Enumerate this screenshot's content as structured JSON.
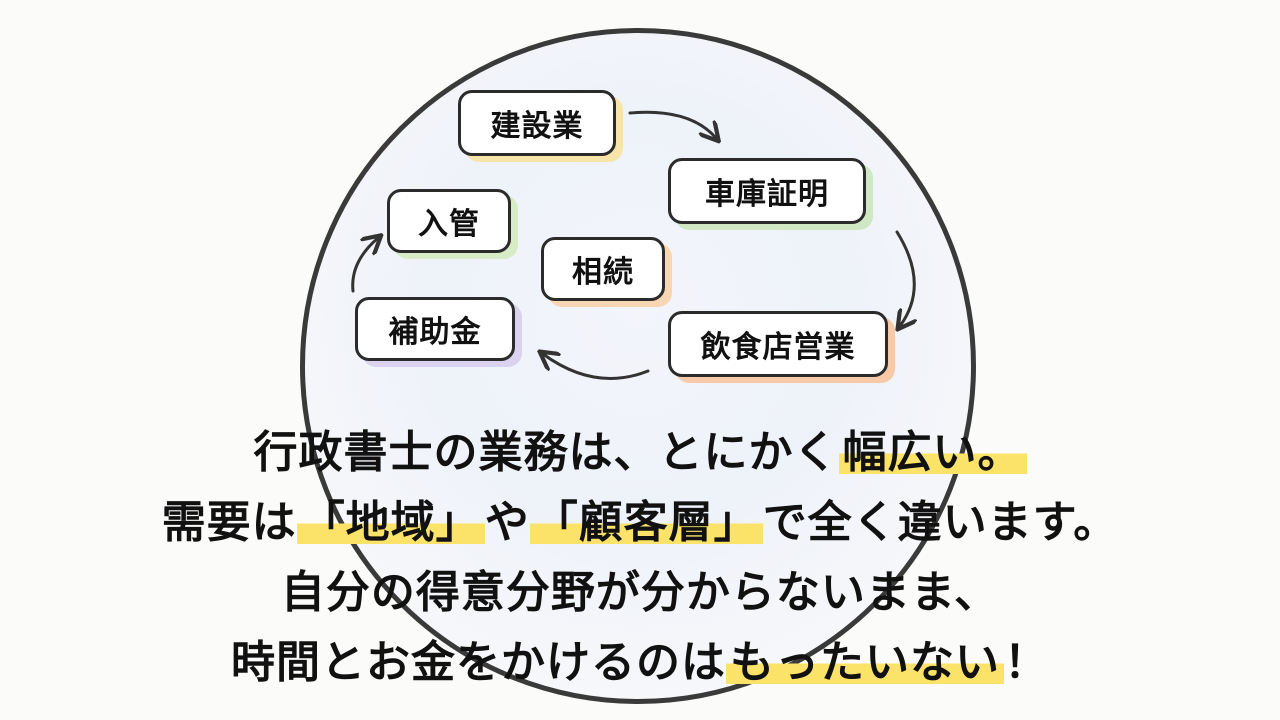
{
  "pills": {
    "kensetsu": "建設業",
    "shako": "車庫証明",
    "nyukan": "入管",
    "sozoku": "相続",
    "hojokin": "補助金",
    "inshoku": "飲食店営業"
  },
  "caption": {
    "line1_a": "行政書士の業務は、とにかく",
    "line1_hl": "幅広い。",
    "line2_a": "需要は",
    "line2_hl1": "「地域」",
    "line2_b": "や",
    "line2_hl2": "「顧客層」",
    "line2_c": "で全く違います。",
    "line3": "自分の得意分野が分からないまま、",
    "line4_a": "時間とお金をかけるのは",
    "line4_hl": "もったいない",
    "line4_b": "！"
  },
  "colors": {
    "highlight": "#fbe36a",
    "outline": "#2b2b2b",
    "circle_fill": "#eef2f9"
  }
}
